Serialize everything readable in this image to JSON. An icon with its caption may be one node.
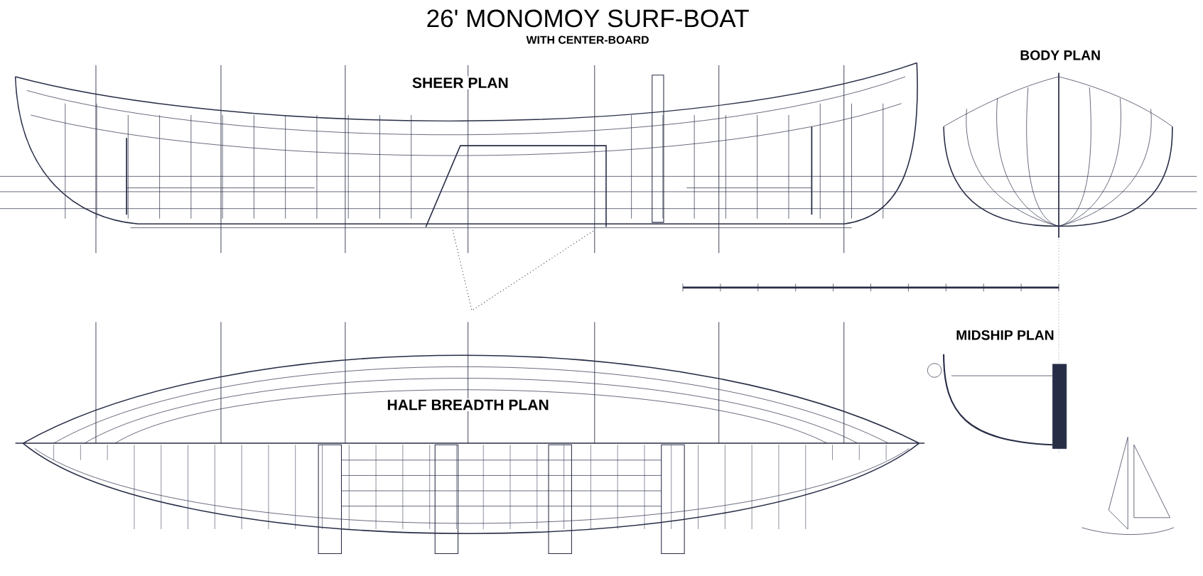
{
  "diagram": {
    "title": "26' MONOMOY SURF-BOAT",
    "labels": [
      "WITH CENTER-BOARD",
      "SHEER PLAN",
      "BODY PLAN",
      "MIDSHIP PLAN",
      "HALF BREADTH PLAN"
    ]
  }
}
